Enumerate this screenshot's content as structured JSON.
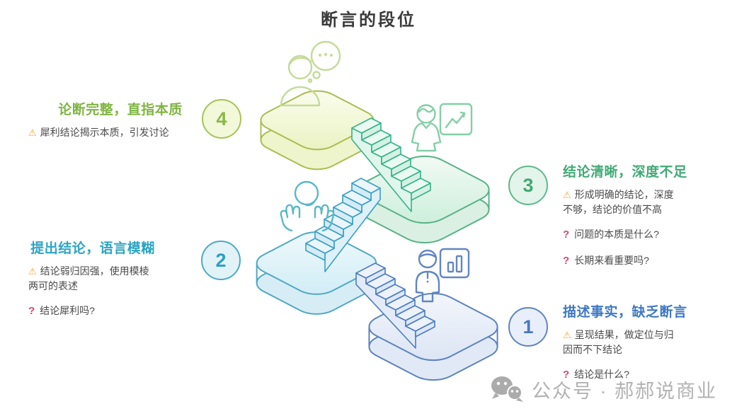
{
  "title": "断言的段位",
  "glyphs": {
    "warning": "⚠",
    "question": "?"
  },
  "levels": {
    "level4": {
      "badge": "4",
      "title": "论断完整，直指本质",
      "warning": "犀利结论揭示本质，引发讨论",
      "questions": [],
      "accent": "#7fb543"
    },
    "level3": {
      "badge": "3",
      "title": "结论清晰，深度不足",
      "warning": "形成明确的结论，深度不够，结论的价值不高",
      "questions": [
        "问题的本质是什么?",
        "长期来看重要吗?"
      ],
      "accent": "#41aa76"
    },
    "level2": {
      "badge": "2",
      "title": "提出结论，语言模糊",
      "warning": "结论弱归因强，使用模棱两可的表述",
      "questions": [
        "结论犀利吗?"
      ],
      "accent": "#2ea4c4"
    },
    "level1": {
      "badge": "1",
      "title": "描述事实，缺乏断言",
      "warning": "呈现结果，做定位与归因而不下结论",
      "questions": [
        "结论是什么?"
      ],
      "accent": "#3e78c4"
    }
  },
  "watermark": {
    "text": "公众号 · 郝郝说商业"
  },
  "icons": {
    "level4": "thinking-person-icon",
    "level3": "presenter-chart-icon",
    "level2": "mind-hands-icon",
    "level1": "person-bar-chart-icon",
    "watermark": "wechat-icon",
    "warning": "warning-triangle-icon",
    "question": "question-mark-icon"
  },
  "colors": {
    "level4_accent": "#7fb543",
    "level3_accent": "#41aa76",
    "level2_accent": "#2ea4c4",
    "level1_accent": "#3e78c4",
    "warning_icon": "#f2a93b",
    "question_icon": "#d6496f",
    "watermark_text": "#b2b2b2"
  }
}
